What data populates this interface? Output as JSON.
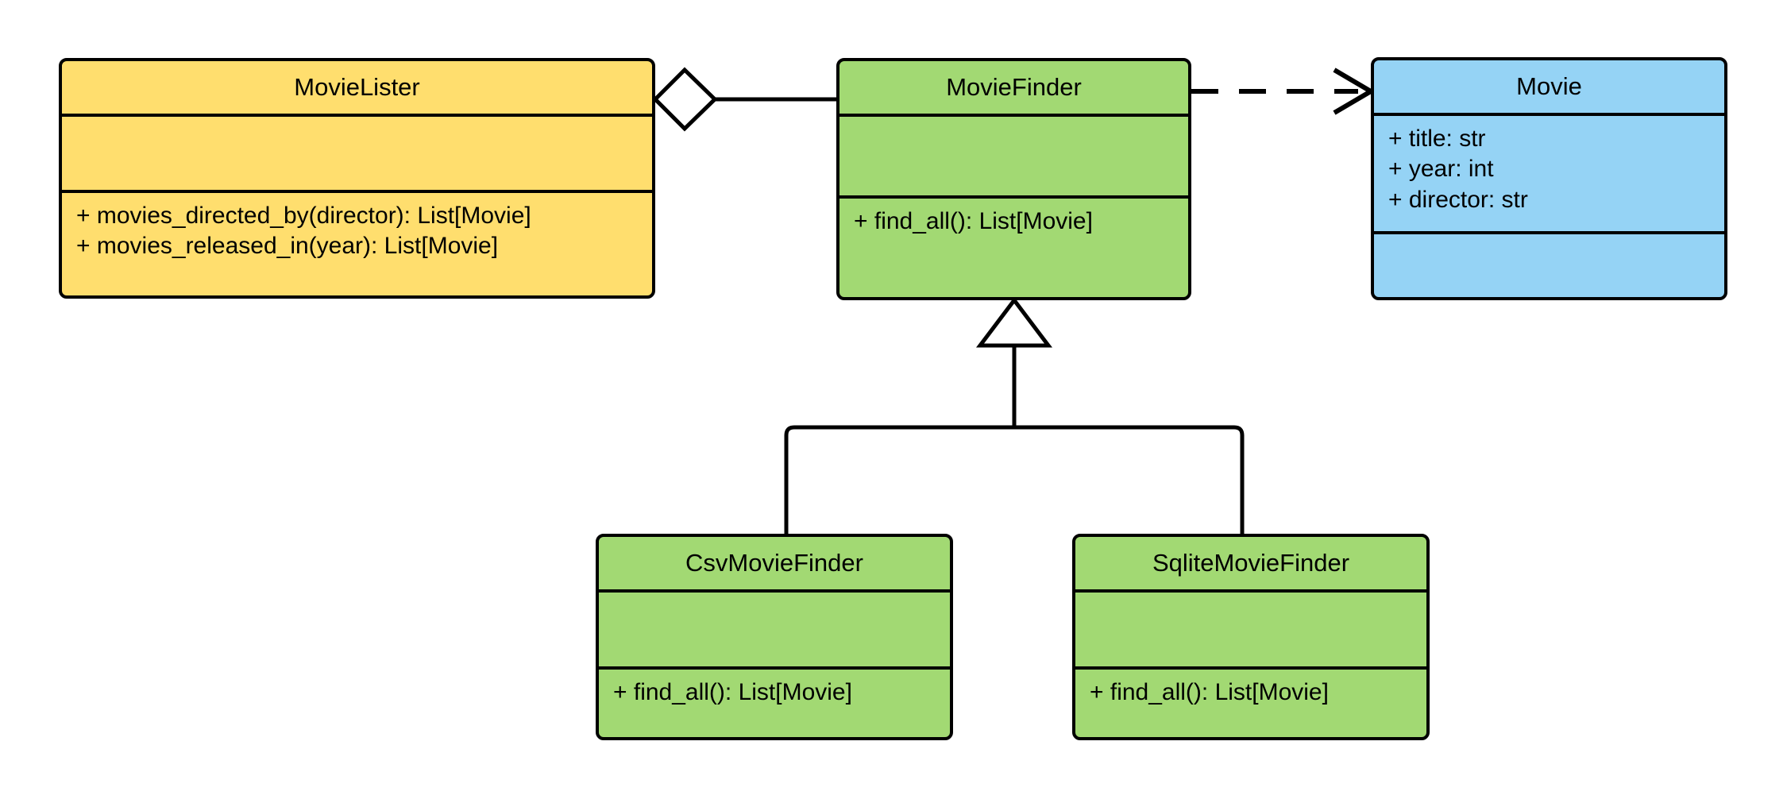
{
  "diagram": {
    "type": "uml-class-diagram",
    "background": "#ffffff",
    "stroke": "#000000"
  },
  "palette": {
    "yellow": "#FFDE6E",
    "green": "#A2D973",
    "blue": "#95D3F5",
    "line": "#000000"
  },
  "classes": [
    {
      "id": "movielister",
      "name": "MovieLister",
      "color": "#FFDE6E",
      "attributes": [],
      "methods": [
        "+ movies_directed_by(director): List[Movie]",
        "+ movies_released_in(year): List[Movie]"
      ]
    },
    {
      "id": "moviefinder",
      "name": "MovieFinder",
      "color": "#A2D973",
      "attributes": [],
      "methods": [
        "+ find_all(): List[Movie]"
      ]
    },
    {
      "id": "movie",
      "name": "Movie",
      "color": "#95D3F5",
      "attributes": [
        "+ title: str",
        "+ year: int",
        "+ director: str"
      ],
      "methods": []
    },
    {
      "id": "csvmoviefinder",
      "name": "CsvMovieFinder",
      "color": "#A2D973",
      "attributes": [],
      "methods": [
        "+ find_all(): List[Movie]"
      ]
    },
    {
      "id": "sqlitemoviefinder",
      "name": "SqliteMovieFinder",
      "color": "#A2D973",
      "attributes": [],
      "methods": [
        "+ find_all(): List[Movie]"
      ]
    }
  ],
  "relationships": [
    {
      "id": "aggregation-movielister-moviefinder",
      "type": "aggregation",
      "marker": "hollow-diamond",
      "line": "solid",
      "from": "MovieLister",
      "to": "MovieFinder"
    },
    {
      "id": "dependency-moviefinder-movie",
      "type": "dependency",
      "marker": "open-arrow",
      "line": "dashed",
      "from": "MovieFinder",
      "to": "Movie"
    },
    {
      "id": "generalization-csvmoviefinder-moviefinder",
      "type": "generalization",
      "marker": "hollow-triangle",
      "line": "solid",
      "from": "CsvMovieFinder",
      "to": "MovieFinder"
    },
    {
      "id": "generalization-sqlitemoviefinder-moviefinder",
      "type": "generalization",
      "marker": "hollow-triangle",
      "line": "solid",
      "from": "SqliteMovieFinder",
      "to": "MovieFinder"
    }
  ]
}
